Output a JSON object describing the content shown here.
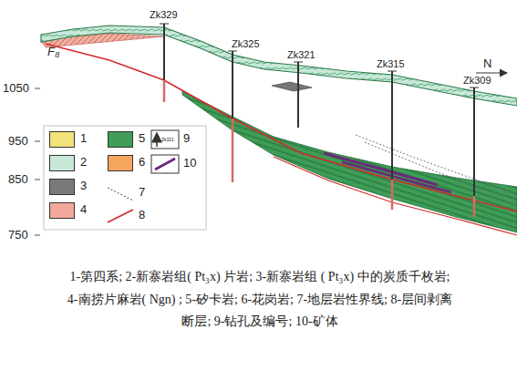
{
  "diagram": {
    "caption": "1-第四系; 2-新寨岩组( Pt₃x) 片岩; 3-新寨岩组 ( Pt₃x) 中的炭质千枚岩; 4-南捞片麻岩( Ngn) ; 5-矽卡岩; 6-花岗岩; 7-地层岩性界线; 8-层间剥离断层; 9-钻孔及编号; 10-矿体",
    "labels": [
      "1050",
      "950",
      "850",
      "750",
      "Zk329",
      "Zk325",
      "Zk321",
      "Zk315",
      "Zk309",
      "F₈",
      "N",
      "Zk321"
    ],
    "legend": [
      {
        "text": "1",
        "color": "#f3e27a"
      },
      {
        "text": "2",
        "color": "#c8e8d8"
      },
      {
        "text": "3",
        "color": "#7a7a7a"
      },
      {
        "text": "4",
        "color": "#f0a898"
      },
      {
        "text": "5",
        "color": "#3f9d58"
      },
      {
        "text": "6",
        "color": "#f6a55e"
      },
      {
        "text": "7"
      },
      {
        "text": "8"
      },
      {
        "text": "9"
      },
      {
        "text": "10"
      }
    ]
  }
}
